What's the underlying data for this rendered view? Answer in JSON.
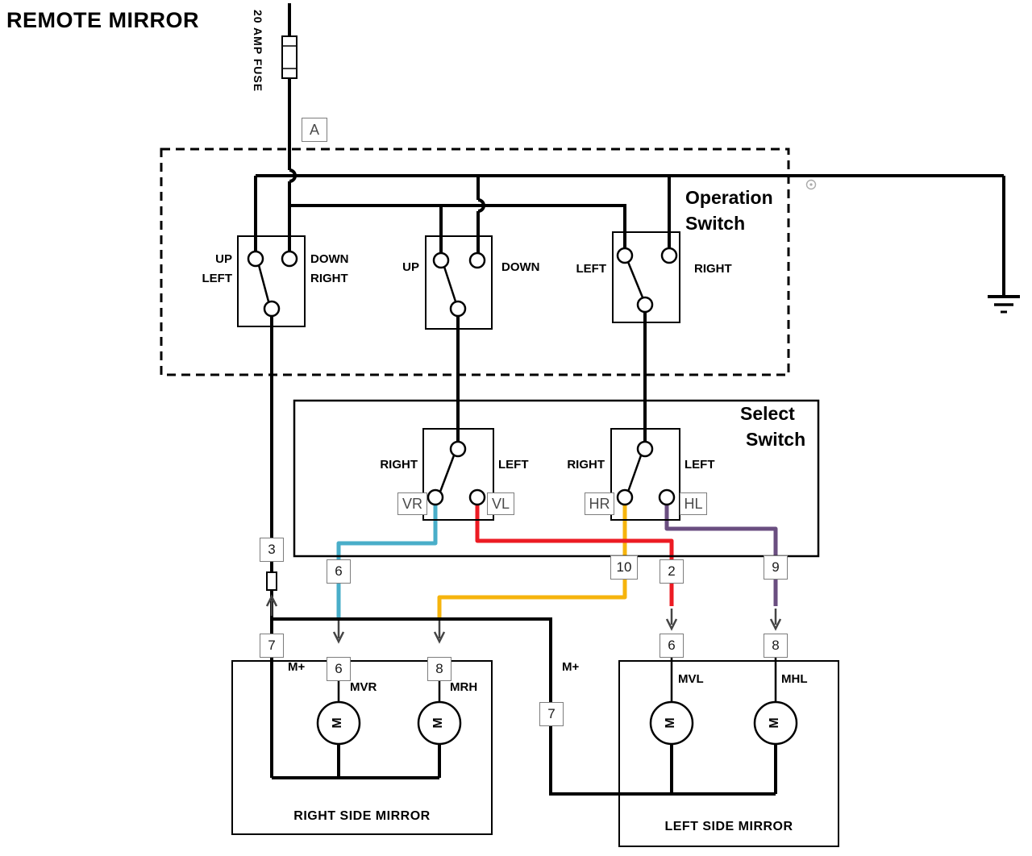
{
  "title": "REMOTE MIRROR",
  "fuse_label": "20 AMP FUSE",
  "connector_a": "A",
  "operation_switch": {
    "title_line1": "Operation",
    "title_line2": "Switch",
    "updown_left_switch": {
      "left_line1": "UP",
      "left_line2": "LEFT",
      "right_line1": "DOWN",
      "right_line2": "RIGHT"
    },
    "updown_switch": {
      "left": "UP",
      "right": "DOWN"
    },
    "leftright_switch": {
      "left": "LEFT",
      "right": "RIGHT"
    }
  },
  "select_switch": {
    "title_line1": "Select",
    "title_line2": "Switch",
    "vertical_select": {
      "left": "RIGHT",
      "right": "LEFT",
      "pin_left": "VR",
      "pin_right": "VL"
    },
    "horizontal_select": {
      "left": "RIGHT",
      "right": "LEFT",
      "pin_left": "HR",
      "pin_right": "HL"
    }
  },
  "inline_connectors": {
    "c3": "3",
    "c6": "6",
    "c10": "10",
    "c2": "2",
    "c9": "9"
  },
  "right_mirror": {
    "label": "RIGHT SIDE MIRROR",
    "m_plus": "M+",
    "pin_m": "7",
    "pin_v": "6",
    "pin_h": "8",
    "motor_v_label": "MVR",
    "motor_h_label": "MRH",
    "motor_letter": "M"
  },
  "left_mirror": {
    "label": "LEFT SIDE MIRROR",
    "m_plus": "M+",
    "pin_m": "7",
    "pin_v": "6",
    "pin_h": "8",
    "motor_v_label": "MVL",
    "motor_h_label": "MHL",
    "motor_letter": "M"
  },
  "wire_colors": {
    "vertical_right": "#49aec9",
    "vertical_left": "#ec1b23",
    "horizontal_right": "#f6b40d",
    "horizontal_left": "#6a4e80",
    "power": "#000000"
  }
}
